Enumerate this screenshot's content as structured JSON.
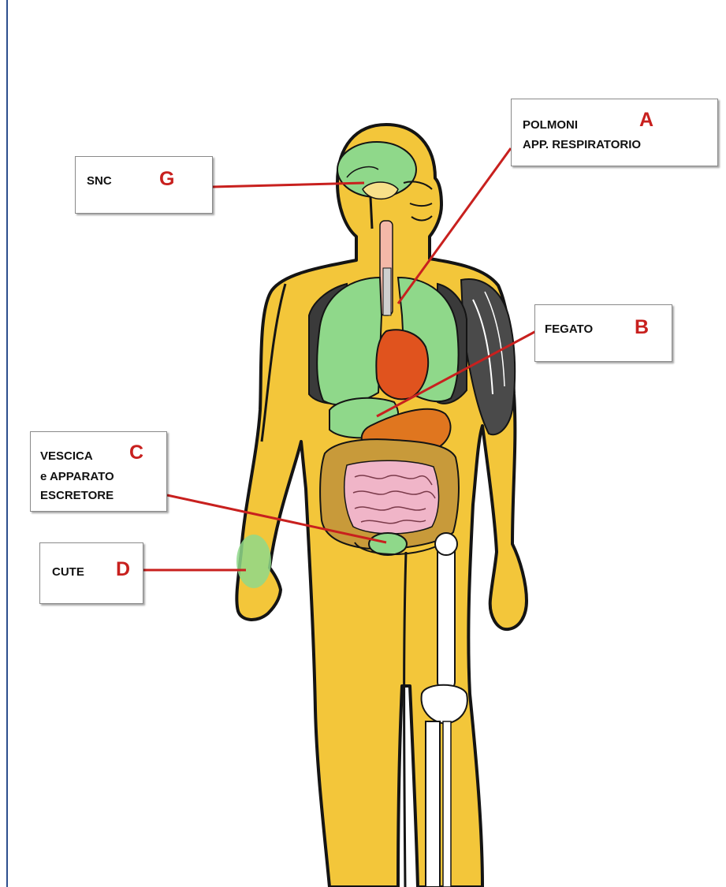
{
  "colors": {
    "skin": "#f3c63a",
    "outline": "#141414",
    "organ_green": "#8fd88a",
    "liver": "#e0531e",
    "stomach": "#e0761f",
    "intestine": "#f0b5c8",
    "colon": "#c89a3a",
    "bone": "#ffffff",
    "muscle": "#4a4a4a",
    "pointer_line": "#c8201e",
    "letter": "#c8201e",
    "frame_line": "#2d4f8e"
  },
  "labels": {
    "snc": {
      "name": "SNC",
      "letter": "G"
    },
    "polmoni": {
      "line1": "POLMONI",
      "line2": "APP. RESPIRATORIO",
      "letter": "A"
    },
    "fegato": {
      "name": "FEGATO",
      "letter": "B"
    },
    "vescica": {
      "line1": "VESCICA",
      "line2": "e APPARATO",
      "line3": "ESCRETORE",
      "letter": "C"
    },
    "cute": {
      "name": "CUTE",
      "letter": "D"
    }
  }
}
